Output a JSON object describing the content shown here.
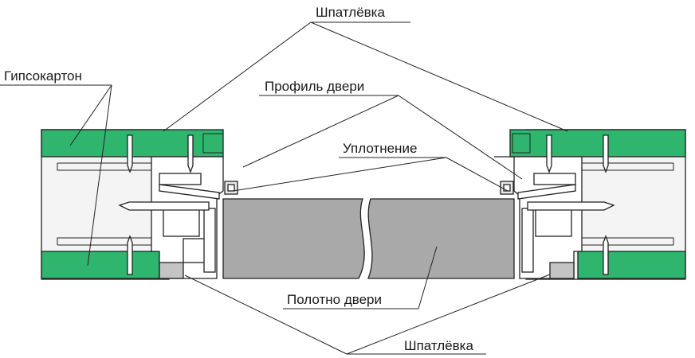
{
  "labels": {
    "putty_top": "Шпатлёвка",
    "drywall": "Гипсокартон",
    "door_profile": "Профиль двери",
    "seal": "Уплотнение",
    "door_leaf": "Полотно двери",
    "putty_bottom": "Шпатлёвка"
  },
  "colors": {
    "drywall": "#2fb56e",
    "wall_bg": "#f2f2f2",
    "profile": "#ffffff",
    "door_leaf": "#a9a9a9",
    "putty": "#c4c4c4",
    "line": "#222222"
  }
}
